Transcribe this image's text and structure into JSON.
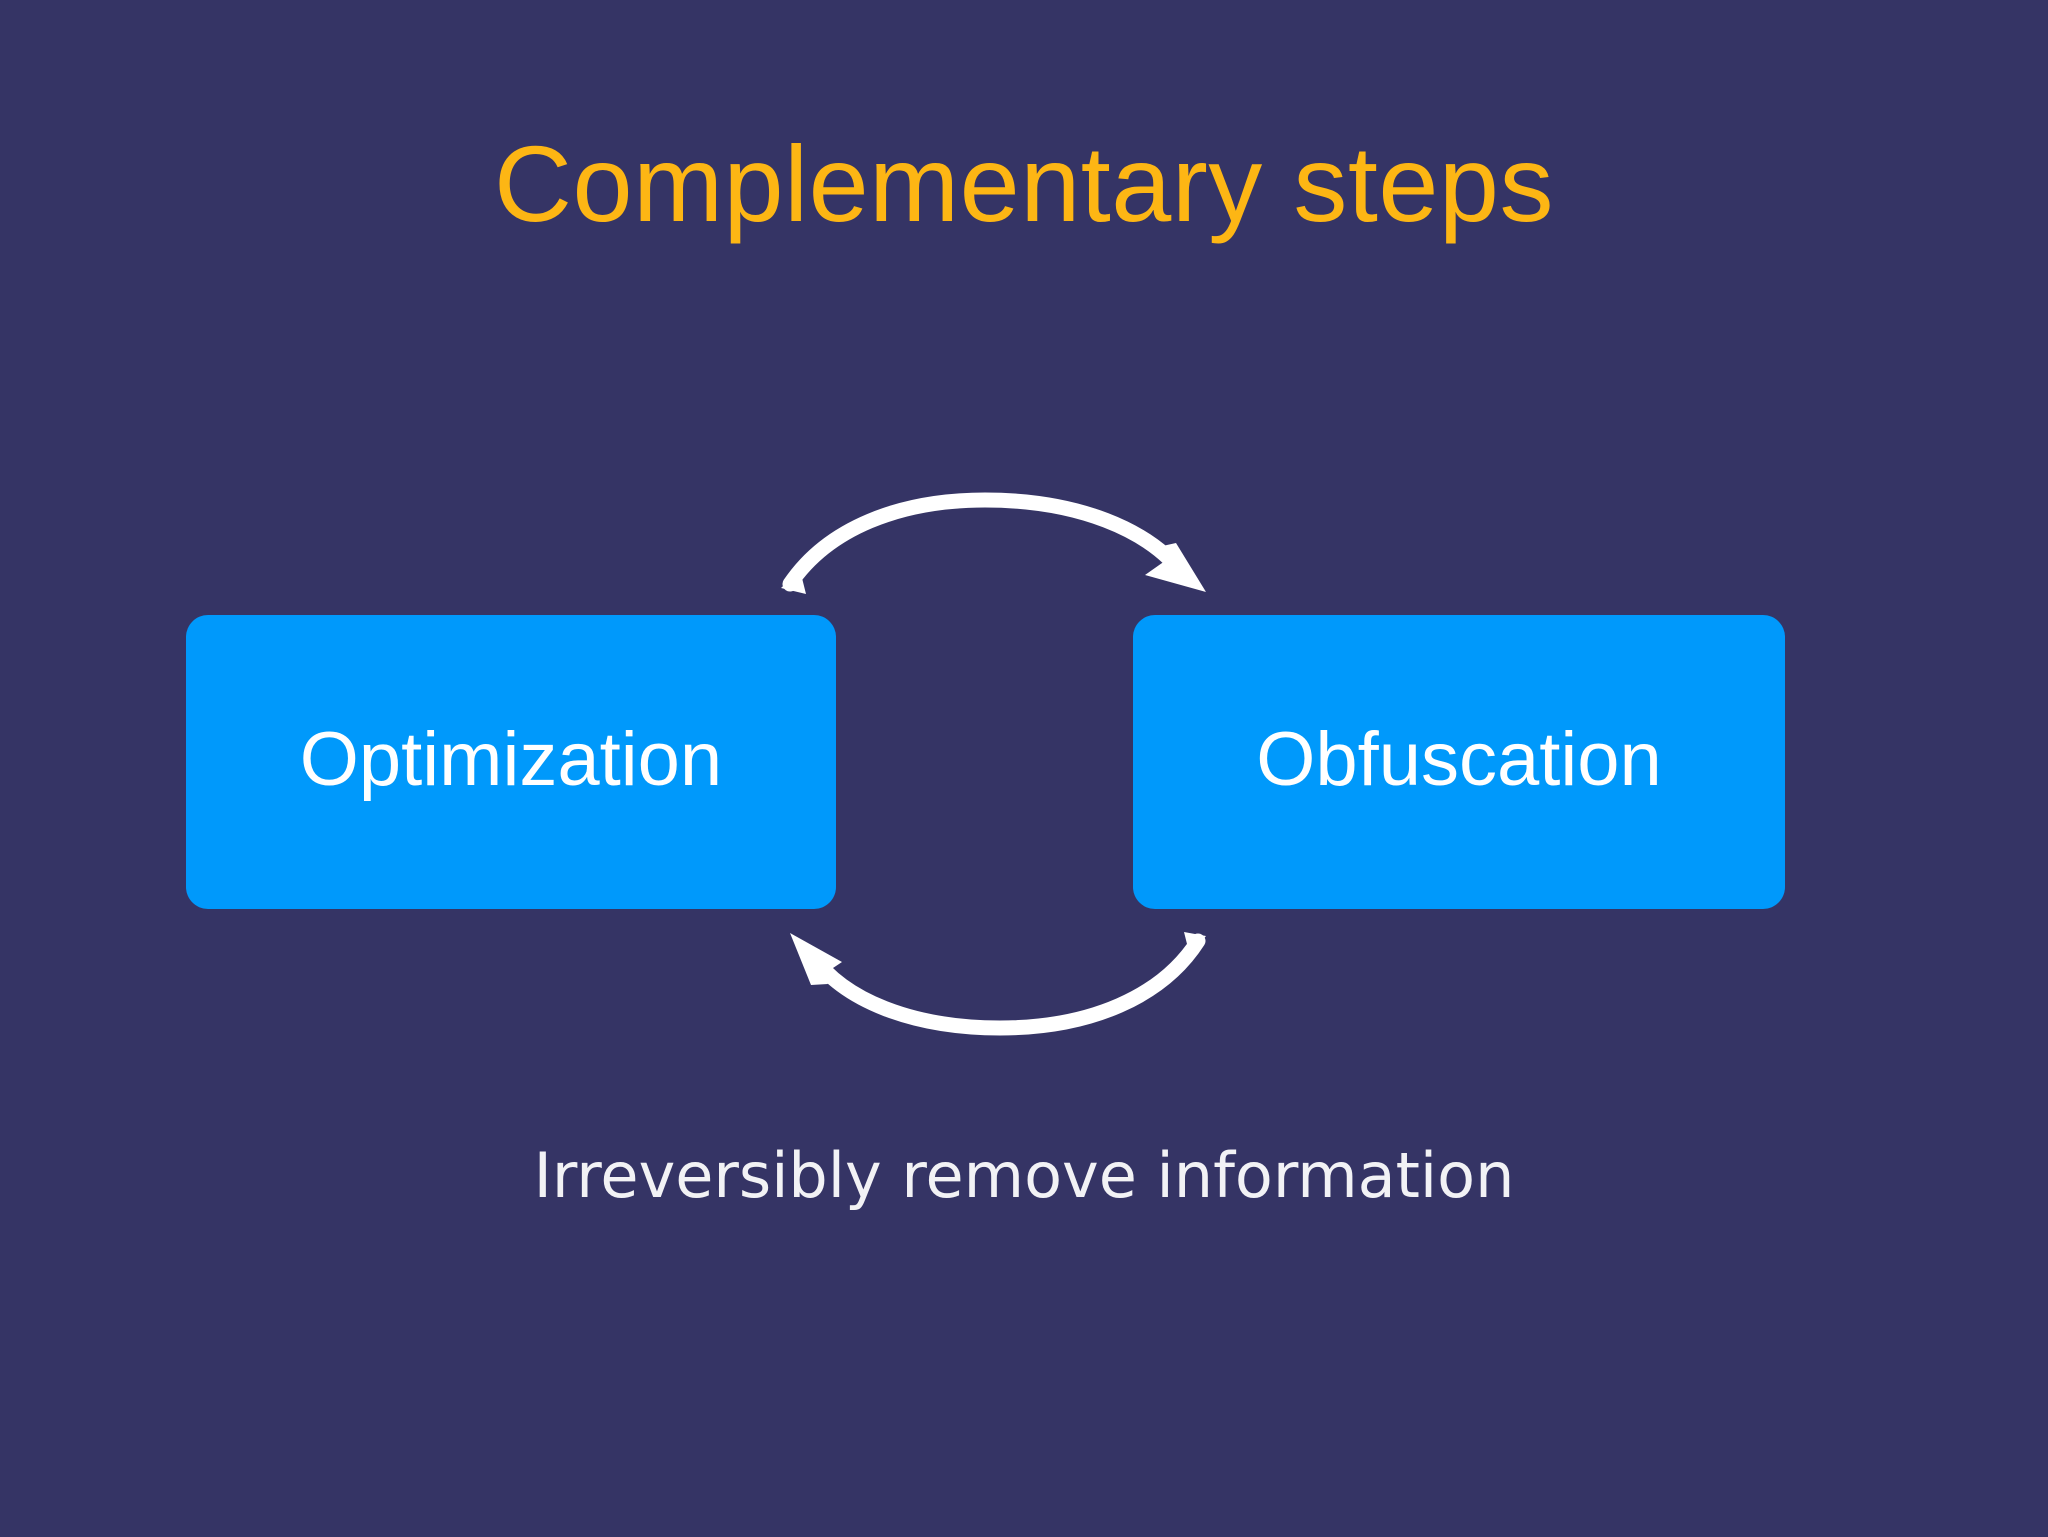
{
  "slide": {
    "title": "Complementary steps",
    "caption": "Irreversibly remove information",
    "background_color": "#353465",
    "title_color": "#FDB614",
    "caption_color": "#F2F2F5"
  },
  "diagram": {
    "type": "cycle",
    "box_color": "#0099FB",
    "box_text_color": "#FFFFFF",
    "arrow_color": "#FFFFFF",
    "nodes": [
      {
        "id": "optimization",
        "label": "Optimization",
        "position": "left"
      },
      {
        "id": "obfuscation",
        "label": "Obfuscation",
        "position": "right"
      }
    ],
    "arrows": [
      {
        "id": "top-arrow",
        "from": "optimization",
        "to": "obfuscation",
        "direction": "left-to-right",
        "curve": "arc-over"
      },
      {
        "id": "bottom-arrow",
        "from": "obfuscation",
        "to": "optimization",
        "direction": "right-to-left",
        "curve": "arc-under"
      }
    ]
  }
}
